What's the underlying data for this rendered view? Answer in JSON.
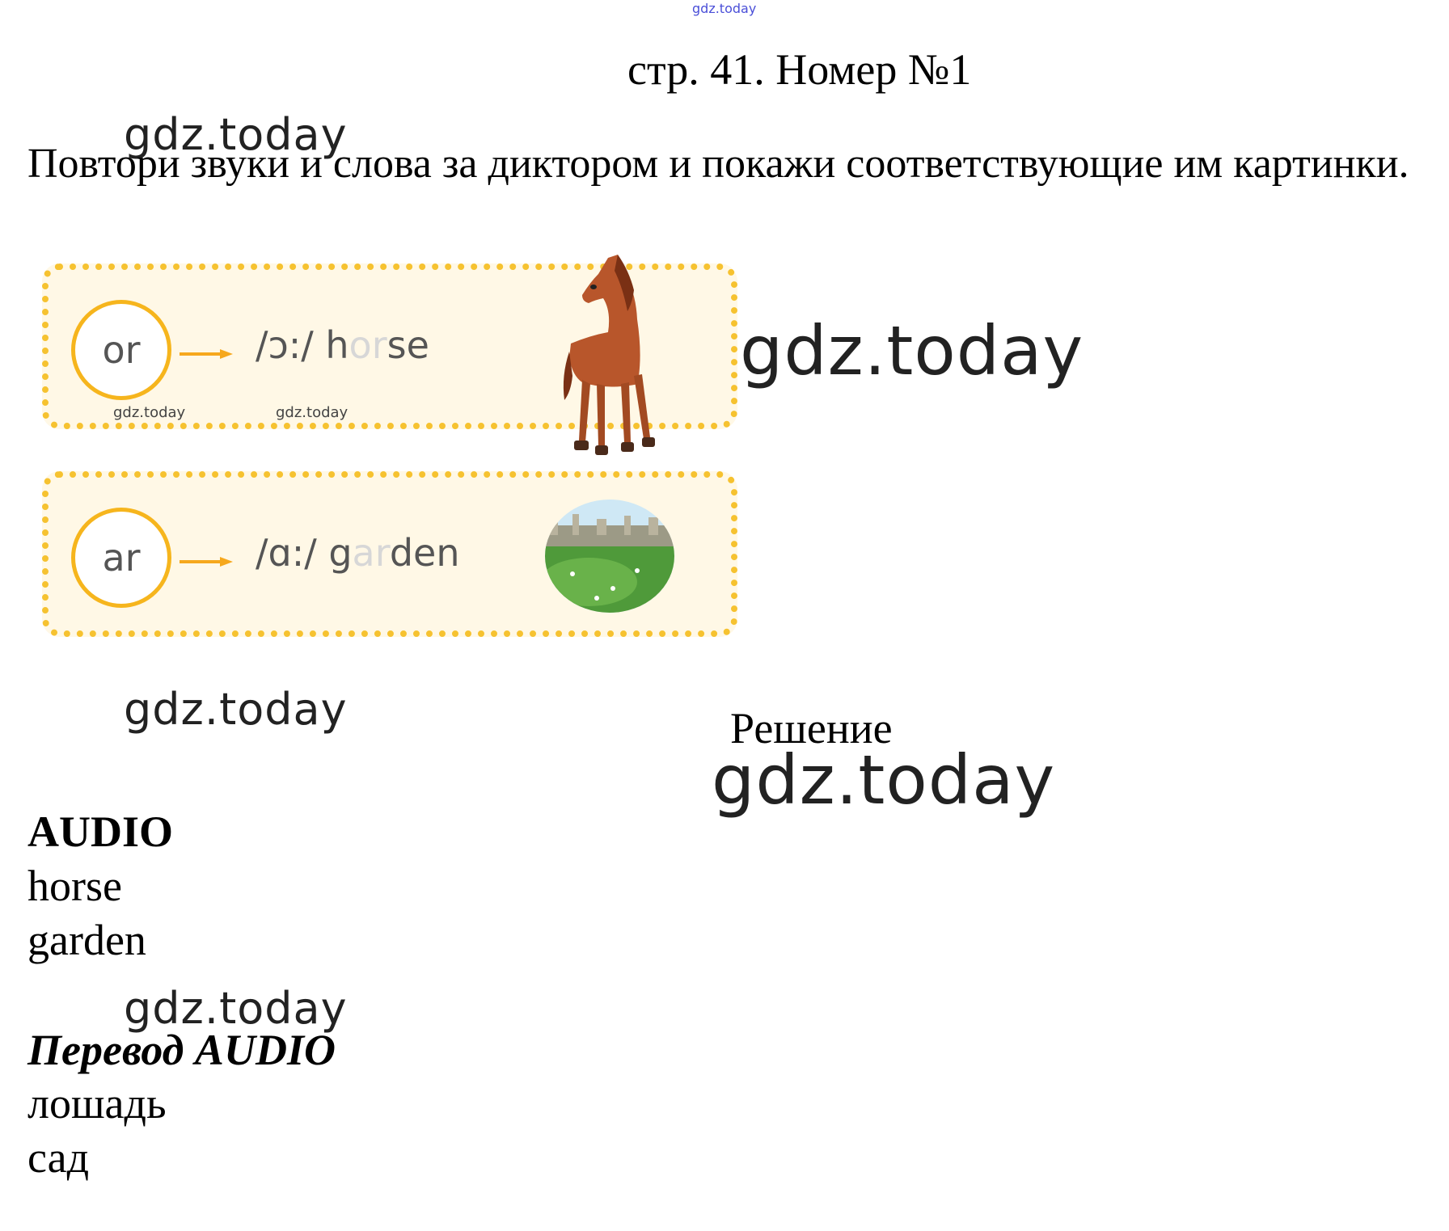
{
  "watermark": "gdz.today",
  "page_title": "стр. 41. Номер №1",
  "instruction": "Повтори звуки и слова за диктором и покажи соответствующие им картинки.",
  "cards": [
    {
      "letters": "or",
      "phoneme": "/ɔ:/",
      "word_start": "h",
      "word_highlight": "or",
      "word_end": "se",
      "picture": "horse-image"
    },
    {
      "letters": "ar",
      "phoneme": "/ɑ:/",
      "word_start": "g",
      "word_highlight": "ar",
      "word_end": "den",
      "picture": "garden-image"
    }
  ],
  "solution_heading": "Решение",
  "audio": {
    "heading": "AUDIO",
    "words": [
      "horse",
      "garden"
    ]
  },
  "translation": {
    "heading": "Перевод AUDIO",
    "words": [
      "лошадь",
      "сад"
    ]
  },
  "colors": {
    "card_border": "#f6c230",
    "card_fill": "#fff8e6",
    "arrow": "#f6a81d"
  }
}
